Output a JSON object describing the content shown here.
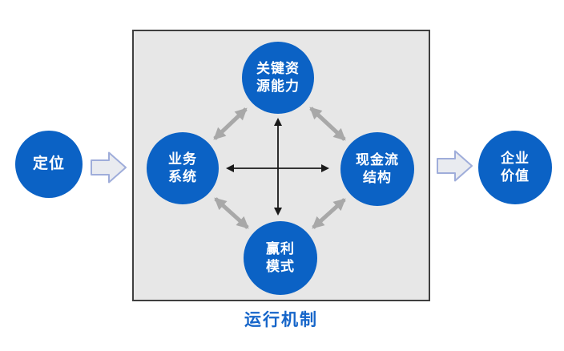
{
  "diagram": {
    "title_caption": "运行机制",
    "input_node": {
      "lines": [
        "定位"
      ]
    },
    "output_node": {
      "lines": [
        "企业",
        "价值"
      ]
    },
    "box_nodes": {
      "top": {
        "lines": [
          "关键资",
          "源能力"
        ]
      },
      "left": {
        "lines": [
          "业务",
          "系统"
        ]
      },
      "right": {
        "lines": [
          "现金流",
          "结构"
        ]
      },
      "bottom": {
        "lines": [
          "赢利",
          "模式"
        ]
      }
    },
    "icons": {
      "flow_arrow_left": "right-block-arrow",
      "flow_arrow_right": "right-block-arrow",
      "diagonal_arrows": "double-headed-arrow",
      "cross_arrows": "double-headed-cross"
    },
    "colors": {
      "node_fill": "#0b62c5",
      "node_text": "#ffffff",
      "box_fill": "#e7e7e7",
      "box_border": "#3f3f3f",
      "caption_text": "#1565c9",
      "diagonal_arrow": "#a8a8a8",
      "cross_arrow": "#1a1a1a",
      "block_arrow_fill": "#e9ebf0",
      "block_arrow_stroke": "#9fadda"
    }
  }
}
